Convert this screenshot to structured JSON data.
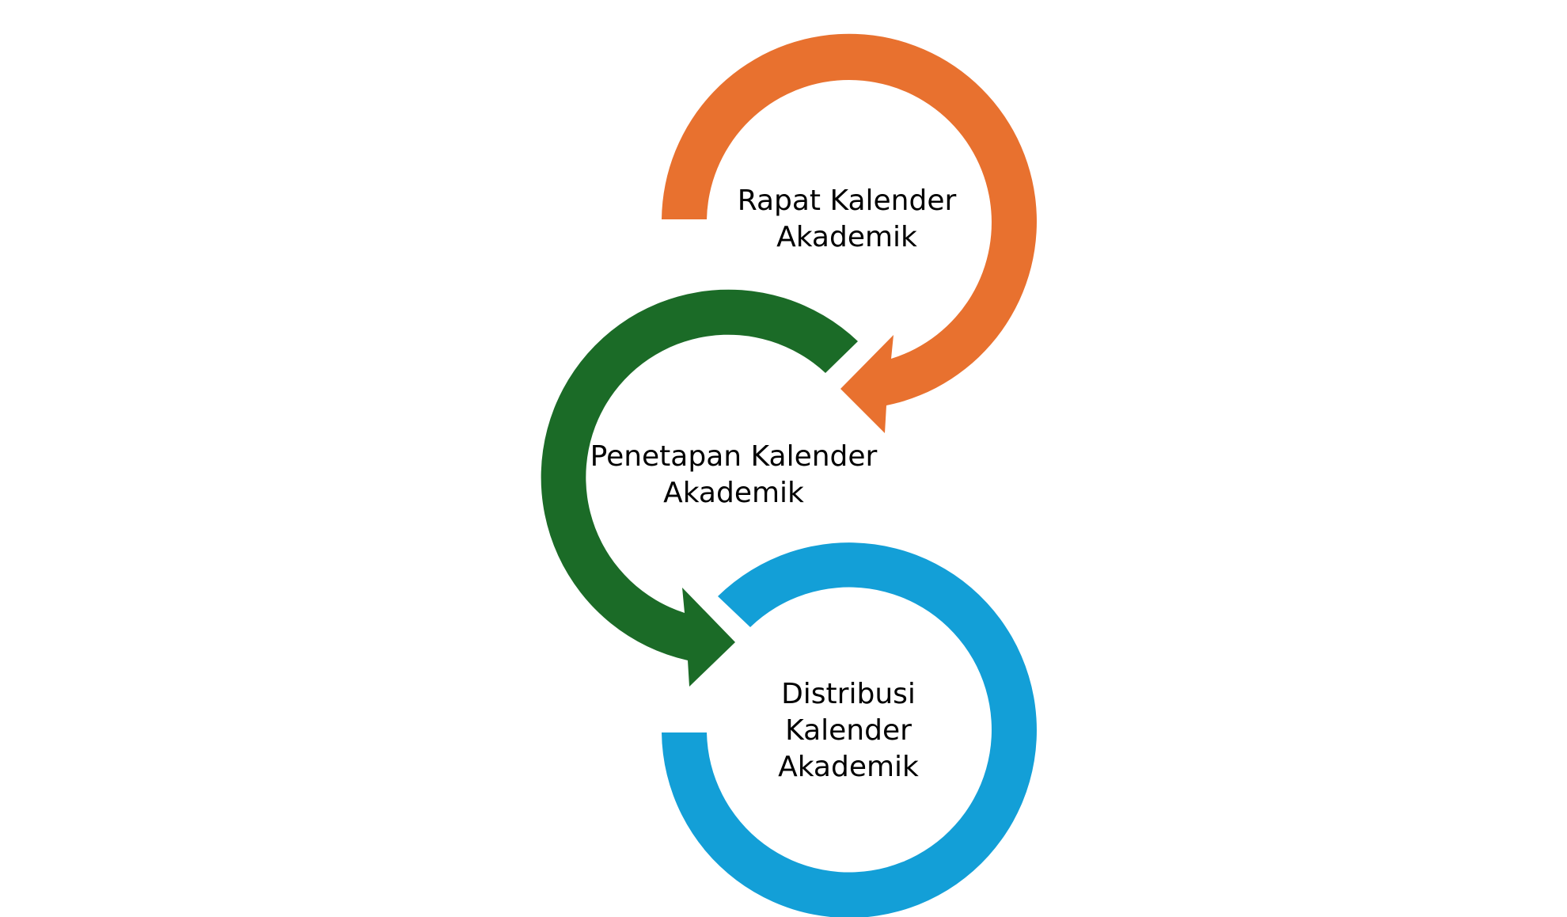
{
  "diagram": {
    "steps": [
      {
        "id": "rapat",
        "lines": [
          "Rapat Kalender",
          "Akademik"
        ],
        "color": "#E8712F"
      },
      {
        "id": "penetapan",
        "lines": [
          "Penetapan Kalender",
          "Akademik"
        ],
        "color": "#1B6B27"
      },
      {
        "id": "distribusi",
        "lines": [
          "Distribusi",
          "Kalender",
          "Akademik"
        ],
        "color": "#139FD7"
      }
    ]
  }
}
